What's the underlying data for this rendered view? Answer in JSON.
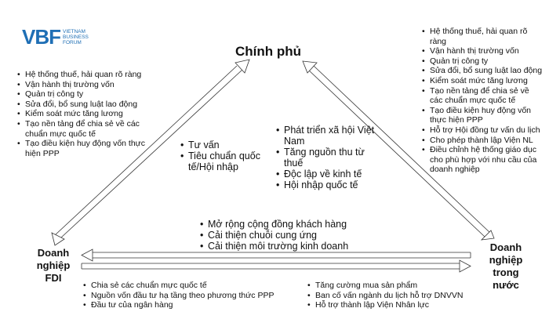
{
  "logo": {
    "mark": "VBF",
    "line1": "VIETNAM",
    "line2": "BUSINESS",
    "line3": "FORUM"
  },
  "nodes": {
    "government": "Chính phủ",
    "fdi_line1": "Doanh",
    "fdi_line2": "nghiệp",
    "fdi_line3": "FDI",
    "domestic_line1": "Doanh",
    "domestic_line2": "nghiệp",
    "domestic_line3": "trong",
    "domestic_line4": "nước"
  },
  "left_list": [
    "Hệ thống thuế, hải quan rõ ràng",
    "Vận hành thị trường vốn",
    "Quản trị công ty",
    "Sửa đổi, bổ sung luật lao động",
    "Kiểm soát mức tăng lương",
    "Tạo nền tảng để chia sẻ về các chuẩn mực quốc tế",
    "Tạo điều kiện huy động vốn thực hiện PPP"
  ],
  "right_list": [
    "Hệ thống thuế, hải quan rõ ràng",
    "Vận hành thị trường vốn",
    "Quản trị công ty",
    "Sửa đổi, bổ sung luật lao động",
    "Kiểm soát mức tăng lương",
    "Tạo nền tảng để chia sẻ về các chuẩn mực quốc tế",
    "Tạo điều kiện huy động vốn thực hiện PPP",
    "Hỗ trợ Hội đồng tư vấn du lịch",
    "Cho phép thành lập Viện NL",
    "Điều chỉnh hệ thống giáo dục cho phù hợp với nhu cầu của doanh nghiệp"
  ],
  "advise_list": [
    "Tư vấn",
    "Tiêu chuẩn quốc tế/Hội nhập"
  ],
  "gov_mid_list": [
    "Phát triển xã hội Việt Nam",
    "Tăng nguồn thu từ thuế",
    "Độc lập về kinh tế",
    "Hội nhập quốc tế"
  ],
  "center_list": [
    "Mở rộng cộng đồng khách hàng",
    "Cải thiện chuỗi cung ứng",
    "Cải thiện môi trường kinh doanh"
  ],
  "bottom_left_list": [
    "Chia sẻ các chuẩn mực quốc tế",
    "Nguồn vốn đầu tư hạ tầng theo phương thức PPP",
    "Đầu tư của ngân hàng"
  ],
  "bottom_right_list": [
    "Tăng cường mua sản phẩm",
    "Ban cố vấn ngành du lịch hỗ trợ DNVVN",
    "Hỗ trợ thành lập Viện Nhân lực"
  ]
}
